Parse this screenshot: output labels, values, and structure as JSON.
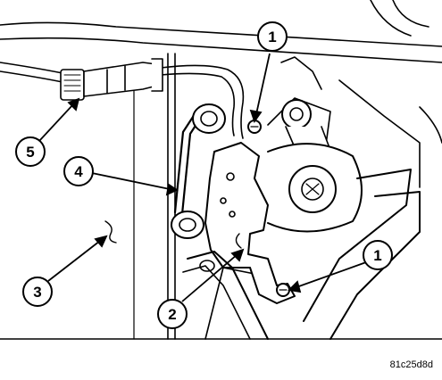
{
  "callouts": {
    "c1_top": "1",
    "c1_right": "1",
    "c2": "2",
    "c3": "3",
    "c4": "4",
    "c5": "5"
  },
  "figure_id": "81c25d8d"
}
